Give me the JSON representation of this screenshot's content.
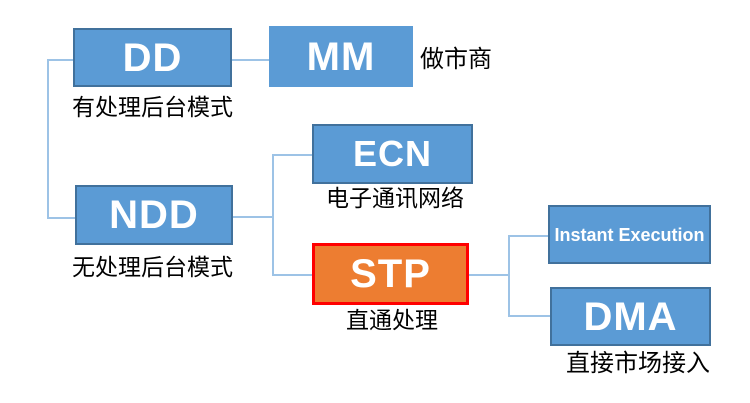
{
  "nodes": {
    "dd": {
      "label": "DD",
      "caption": "有处理后台模式"
    },
    "mm": {
      "label": "MM",
      "caption": "做市商"
    },
    "ndd": {
      "label": "NDD",
      "caption": "无处理后台模式"
    },
    "ecn": {
      "label": "ECN",
      "caption": "电子通讯网络"
    },
    "stp": {
      "label": "STP",
      "caption": "直通处理"
    },
    "instant": {
      "label": "Instant Execution"
    },
    "dma": {
      "label": "DMA",
      "caption": "直接市场接入"
    }
  },
  "colors": {
    "node_fill": "#5B9BD5",
    "node_border": "#41719C",
    "highlight_fill": "#ED7D31",
    "highlight_border": "#FF0000",
    "connector": "#9DC3E6",
    "node_text": "#FFFFFF",
    "caption_text": "#000000",
    "background": "#FFFFFF"
  }
}
